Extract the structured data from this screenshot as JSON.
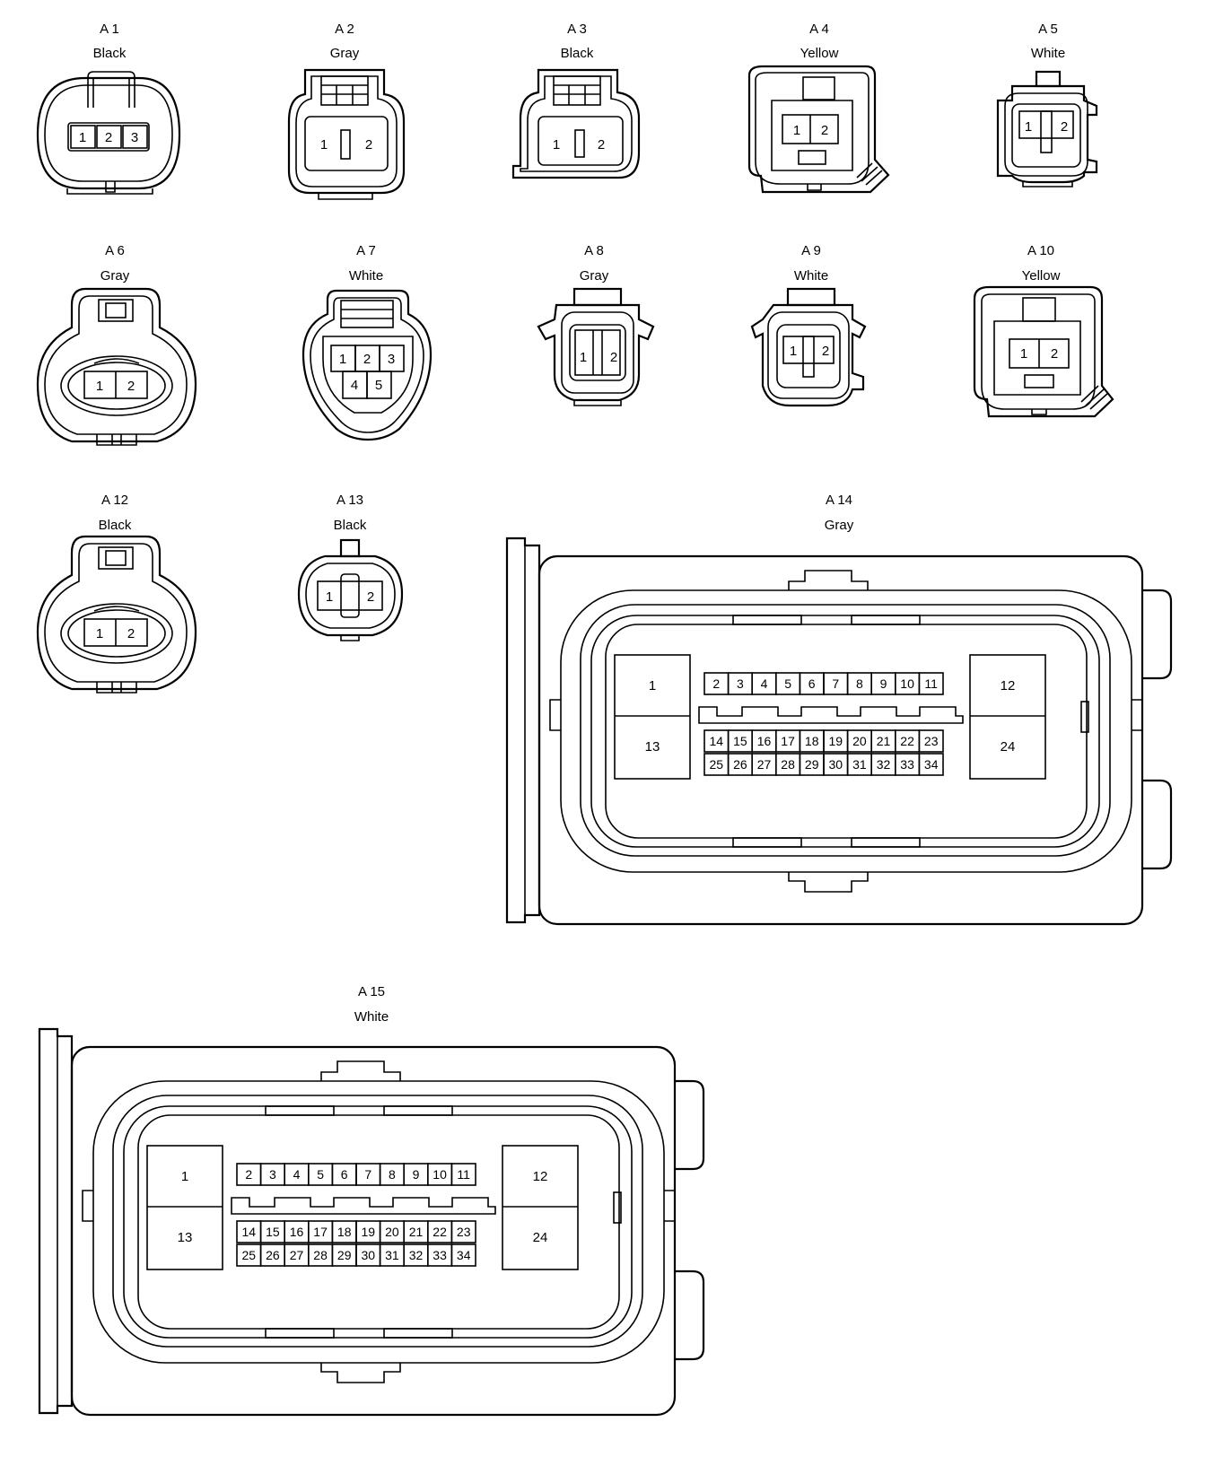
{
  "connectors": [
    {
      "id": "A 1",
      "color": "Black",
      "pins": [
        "1",
        "2",
        "3"
      ]
    },
    {
      "id": "A 2",
      "color": "Gray",
      "pins": [
        "1",
        "2"
      ]
    },
    {
      "id": "A 3",
      "color": "Black",
      "pins": [
        "1",
        "2"
      ]
    },
    {
      "id": "A 4",
      "color": "Yellow",
      "pins": [
        "1",
        "2"
      ]
    },
    {
      "id": "A 5",
      "color": "White",
      "pins": [
        "1",
        "2"
      ]
    },
    {
      "id": "A 6",
      "color": "Gray",
      "pins": [
        "1",
        "2"
      ]
    },
    {
      "id": "A 7",
      "color": "White",
      "pins": [
        "1",
        "2",
        "3",
        "4",
        "5"
      ]
    },
    {
      "id": "A 8",
      "color": "Gray",
      "pins": [
        "1",
        "2"
      ]
    },
    {
      "id": "A 9",
      "color": "White",
      "pins": [
        "1",
        "2"
      ]
    },
    {
      "id": "A 10",
      "color": "Yellow",
      "pins": [
        "1",
        "2"
      ]
    },
    {
      "id": "A 12",
      "color": "Black",
      "pins": [
        "1",
        "2"
      ]
    },
    {
      "id": "A 13",
      "color": "Black",
      "pins": [
        "1",
        "2"
      ]
    },
    {
      "id": "A 14",
      "color": "Gray",
      "pins": [
        "1",
        "12",
        "13",
        "24",
        "2",
        "3",
        "4",
        "5",
        "6",
        "7",
        "8",
        "9",
        "10",
        "11",
        "14",
        "15",
        "16",
        "17",
        "18",
        "19",
        "20",
        "21",
        "22",
        "23",
        "25",
        "26",
        "27",
        "28",
        "29",
        "30",
        "31",
        "32",
        "33",
        "34"
      ]
    },
    {
      "id": "A 15",
      "color": "White",
      "pins": [
        "1",
        "12",
        "13",
        "24",
        "2",
        "3",
        "4",
        "5",
        "6",
        "7",
        "8",
        "9",
        "10",
        "11",
        "14",
        "15",
        "16",
        "17",
        "18",
        "19",
        "20",
        "21",
        "22",
        "23",
        "25",
        "26",
        "27",
        "28",
        "29",
        "30",
        "31",
        "32",
        "33",
        "34"
      ]
    }
  ]
}
